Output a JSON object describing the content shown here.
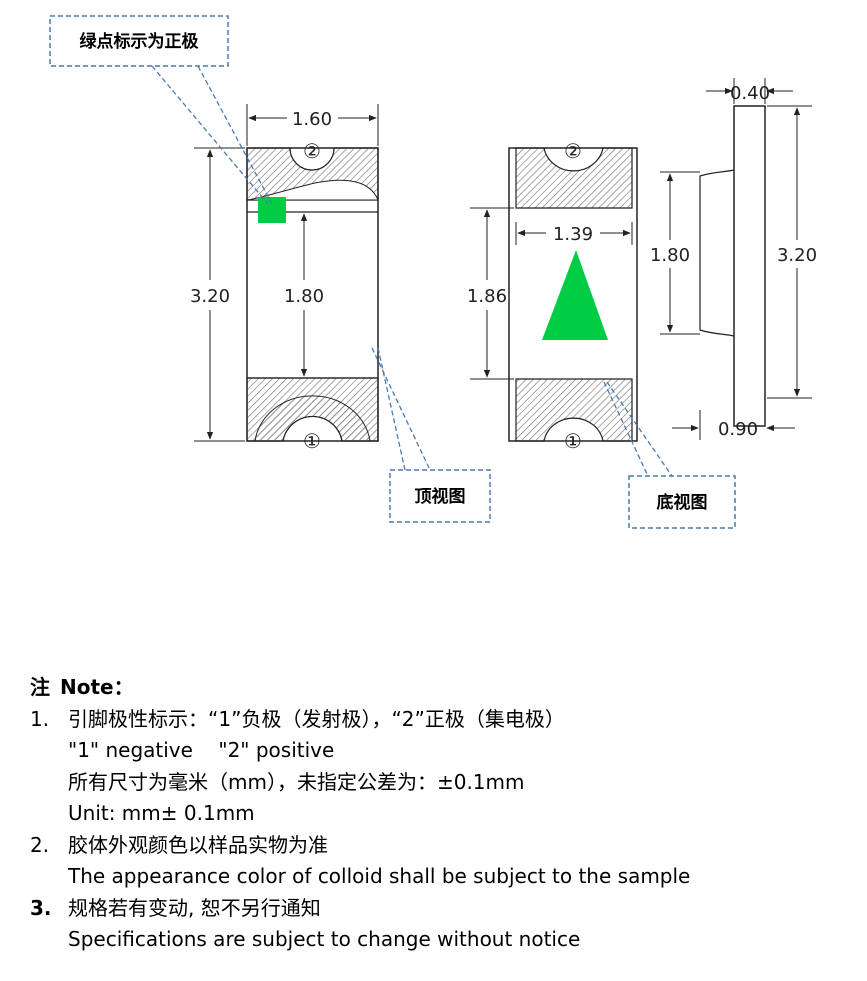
{
  "callouts": {
    "green_dot": "绿点标示为正极",
    "top_view": "顶视图",
    "bottom_view": "底视图"
  },
  "top_view": {
    "width_dim": "1.60",
    "height_dim": "3.20",
    "inner_dim": "1.80",
    "pin_top": "②",
    "pin_bottom": "①"
  },
  "bottom_view": {
    "inner_width_dim": "1.39",
    "height_dim": "1.86",
    "pin_top": "②",
    "pin_bottom": "①"
  },
  "side_view": {
    "thickness_top": "0.40",
    "inner_dim": "1.80",
    "height_dim": "3.20",
    "thickness_bottom": "0.90"
  },
  "colors": {
    "green_marker": "#00cc44",
    "callout_border": "#4a7ab5"
  },
  "notes": {
    "heading_cn": "注",
    "heading_en": "Note：",
    "items": [
      {
        "num": "1.",
        "lines": [
          "引脚极性标示：“1”负极（发射极），“2”正极（集电极）",
          "\"1\" negative    \"2\" positive",
          "所有尺寸为毫米（mm），未指定公差为：±0.1mm",
          "Unit: mm± 0.1mm"
        ]
      },
      {
        "num": "2.",
        "lines": [
          "胶体外观颜色以样品实物为准",
          "The appearance color of colloid shall be subject to the sample"
        ]
      },
      {
        "num": "3.",
        "lines": [
          "规格若有变动, 恕不另行通知",
          "Specifications are subject to change without notice"
        ]
      }
    ]
  }
}
